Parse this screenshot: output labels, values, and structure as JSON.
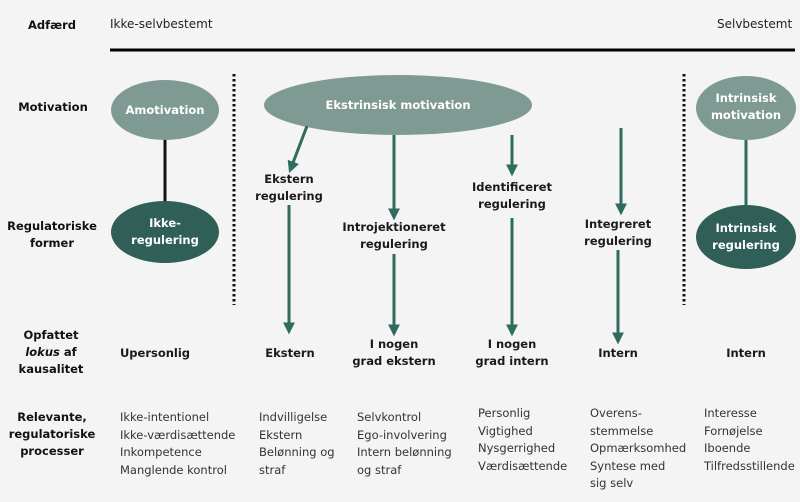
{
  "colors": {
    "light_node": "#7f9a93",
    "dark_node": "#2f5f56",
    "arrow": "#2f6b5e",
    "background": "#f3f4f3"
  },
  "axis": {
    "row_label": "Adfærd",
    "left": "Ikke-selvbestemt",
    "right": "Selvbestemt"
  },
  "row_labels": {
    "motivation": "Motivation",
    "regulatory_forms": [
      "Regulatoriske",
      "former"
    ],
    "locus": [
      "Opfattet",
      "lokus",
      " af",
      "kausalitet"
    ],
    "processes": [
      "Relevante,",
      "regulatoriske",
      "processer"
    ]
  },
  "motivation": {
    "amotivation": "Amotivation",
    "extrinsic": "Ekstrinsisk motivation",
    "intrinsic": [
      "Intrinsisk",
      "motivation"
    ]
  },
  "regulation": {
    "non": [
      "Ikke-",
      "regulering"
    ],
    "external": [
      "Ekstern",
      "regulering"
    ],
    "introjected": [
      "Introjektioneret",
      "regulering"
    ],
    "identified": [
      "Identificeret",
      "regulering"
    ],
    "integrated": [
      "Integreret",
      "regulering"
    ],
    "intrinsic": [
      "Intrinsisk",
      "regulering"
    ]
  },
  "locus": {
    "non": [
      "Upersonlig"
    ],
    "external": [
      "Ekstern"
    ],
    "introjected": [
      "I nogen",
      "grad ekstern"
    ],
    "identified": [
      "I nogen",
      "grad intern"
    ],
    "integrated": [
      "Intern"
    ],
    "intrinsic": [
      "Intern"
    ]
  },
  "processes": {
    "non": [
      "Ikke-intentionel",
      "Ikke-værdisættende",
      "Inkompetence",
      "Manglende kontrol"
    ],
    "external": [
      "Indvilligelse",
      "Ekstern",
      "Belønning og",
      "straf"
    ],
    "introjected": [
      "Selvkontrol",
      "Ego-involvering",
      "Intern belønning",
      "og straf"
    ],
    "identified": [
      "Personlig",
      "Vigtighed",
      "Nysgerrighed",
      "Værdisættende"
    ],
    "integrated": [
      "Overens-",
      "stemmelse",
      "Opmærksomhed",
      "Syntese med",
      "sig selv"
    ],
    "intrinsic": [
      "Interesse",
      "Fornøjelse",
      "Iboende",
      "Tilfredsstillende"
    ]
  }
}
